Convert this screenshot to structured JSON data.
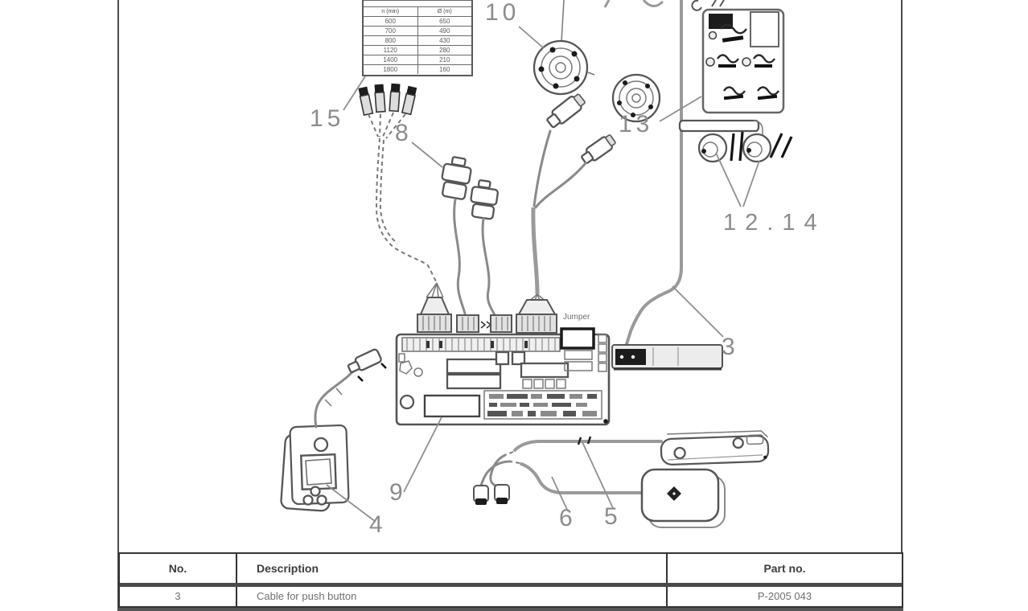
{
  "colors": {
    "line": "#6e6e6e",
    "line_dark": "#333333",
    "callout_gray": "#8c8c8c",
    "band_gray": "#565656"
  },
  "callouts": {
    "c15": "15",
    "c10": "10",
    "c8": "8",
    "c13": "13",
    "c1214": "12.14",
    "c3": "3",
    "c9": "9",
    "c4": "4",
    "c6": "6",
    "c5": "5"
  },
  "pcb": {
    "jumper_label": "Jumper"
  },
  "spec_table": {
    "col_headers": [
      "n (min)",
      "Ø (m)"
    ],
    "rows": [
      [
        "600",
        "650"
      ],
      [
        "700",
        "490"
      ],
      [
        "800",
        "430"
      ],
      [
        "1120",
        "280"
      ],
      [
        "1400",
        "210"
      ],
      [
        "1800",
        "160"
      ]
    ]
  },
  "parts_table": {
    "headers": [
      "No.",
      "Description",
      "Part no."
    ],
    "rows": [
      {
        "no": "3",
        "description": "Cable for push button",
        "part_no": "P-2005 043"
      }
    ]
  }
}
